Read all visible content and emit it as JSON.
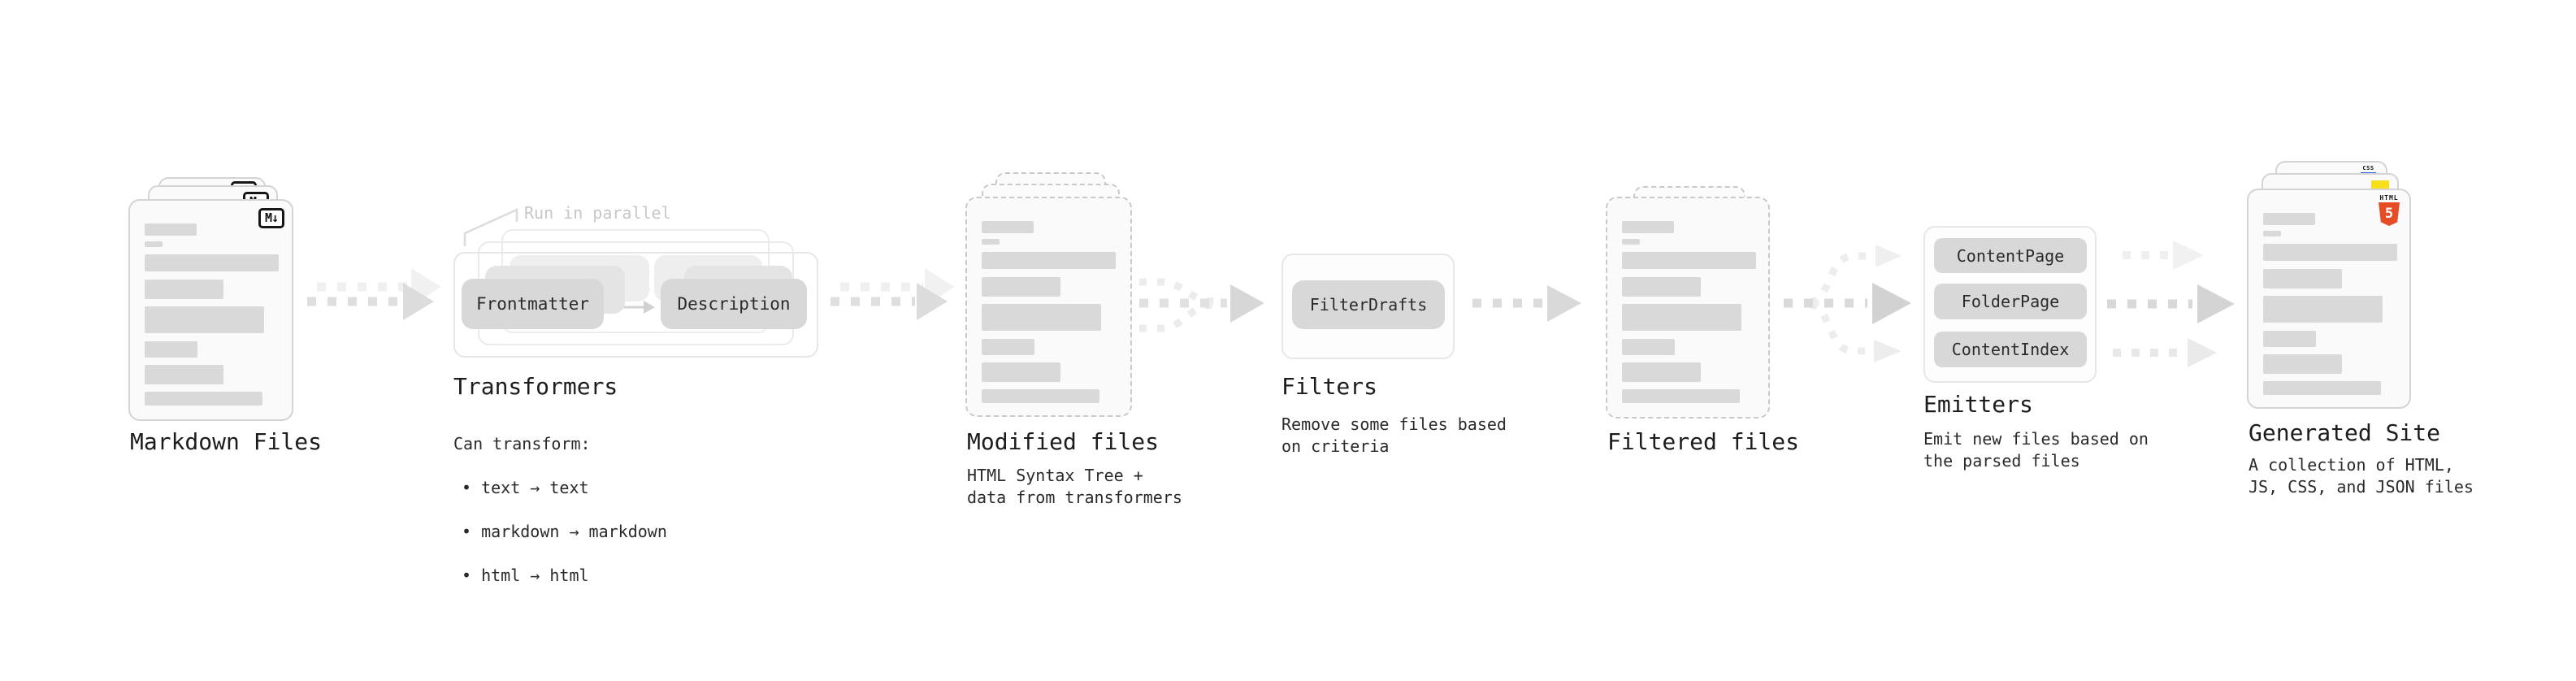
{
  "pipeline": {
    "markdown": {
      "label": "Markdown Files",
      "badge": "M↓"
    },
    "transformers": {
      "note": "Run in parallel",
      "pill_from": "Frontmatter",
      "pill_to": "Description",
      "title": "Transformers",
      "desc": "Can transform:",
      "bullets": [
        "• text → text",
        "• markdown → markdown",
        "• html → html"
      ]
    },
    "modified": {
      "label": "Modified files",
      "desc": "HTML Syntax Tree +\ndata from transformers"
    },
    "filters": {
      "title": "Filters",
      "pill": "FilterDrafts",
      "desc": "Remove some files based\non criteria"
    },
    "filtered": {
      "label": "Filtered files"
    },
    "emitters": {
      "title": "Emitters",
      "pills": [
        "ContentPage",
        "FolderPage",
        "ContentIndex"
      ],
      "desc": "Emit new files based on\nthe parsed files"
    },
    "generated": {
      "label": "Generated Site",
      "desc": "A collection of HTML,\nJS, CSS, and JSON files",
      "badges": {
        "html_word": "HTML",
        "html_num": "5",
        "css": "CSS"
      }
    }
  },
  "skeleton_bars": [
    [
      28,
      64,
      15
    ],
    [
      50,
      22,
      7
    ],
    [
      66,
      165,
      21
    ],
    [
      97,
      97,
      24
    ],
    [
      130,
      147,
      33
    ],
    [
      173,
      65,
      20
    ],
    [
      202,
      97,
      24
    ],
    [
      235,
      145,
      17
    ]
  ],
  "colors": {
    "arrow_main": "#d9d9d9",
    "arrow_ghost": "#efefef",
    "pill_fill": "#d8d8d8",
    "html5_orange": "#e44d26",
    "js_yellow": "#f7df1e",
    "css_blue": "#2760e6"
  }
}
